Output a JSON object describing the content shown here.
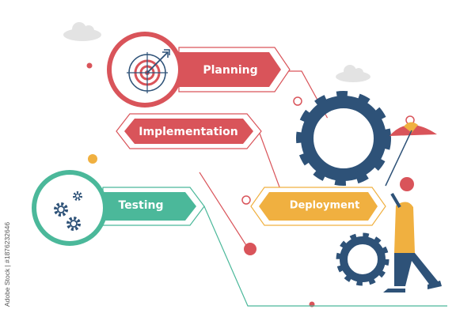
{
  "steps": [
    {
      "label": "Planning",
      "color": "#d9545a",
      "icon": "target-arrow-icon"
    },
    {
      "label": "Implementation",
      "color": "#d9545a"
    },
    {
      "label": "Testing",
      "color": "#4bb89a",
      "icon": "gears-icon"
    },
    {
      "label": "Deployment",
      "color": "#f0b040"
    }
  ],
  "colors": {
    "gear": "#2e5278",
    "red": "#d9545a",
    "teal": "#4bb89a",
    "yellow": "#f0b040",
    "cloud": "#e3e3e3"
  },
  "credit": "Adobe Stock | #1876232646"
}
